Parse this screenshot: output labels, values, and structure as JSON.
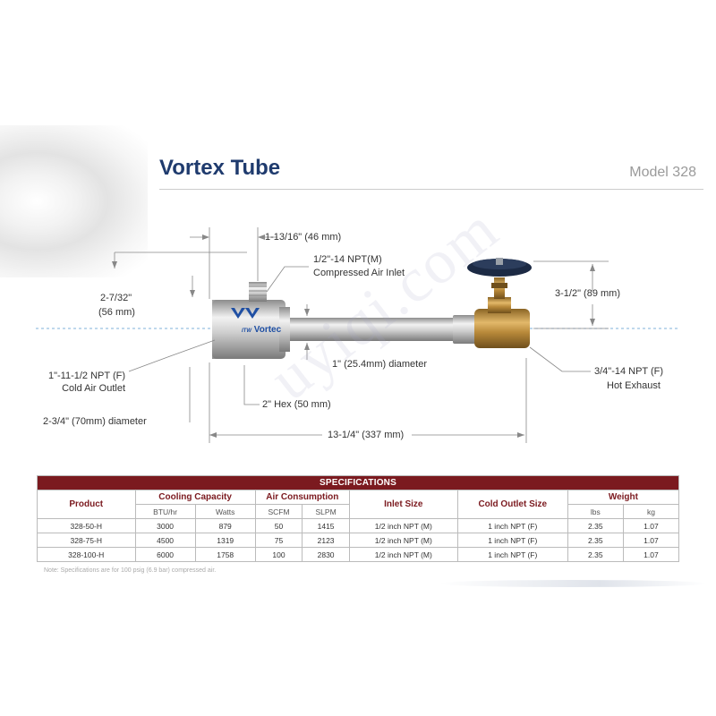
{
  "header": {
    "title": "Vortex Tube",
    "model": "Model 328"
  },
  "watermark": "uyiqi.com",
  "diagram": {
    "labels": {
      "dim_inlet_offset": "1-13/16\" (46 mm)",
      "inlet_thread": "1/2\"-14 NPT(M)",
      "inlet_name": "Compressed Air Inlet",
      "height_left_1": "2-7/32\"",
      "height_left_2": "(56 mm)",
      "height_right": "3-1/2\" (89 mm)",
      "cold_thread": "1\"-11-1/2 NPT (F)",
      "cold_name": "Cold Air Outlet",
      "tube_diameter": "1\" (25.4mm) diameter",
      "hot_thread": "3/4\"-14 NPT (F)",
      "hot_name": "Hot Exhaust",
      "hex": "2\" Hex (50 mm)",
      "body_diameter": "2-3/4\" (70mm) diameter",
      "overall_length": "13-1/4\" (337 mm)",
      "brand": "Vortec",
      "brand_prefix": "ITW"
    }
  },
  "specs": {
    "banner": "SPECIFICATIONS",
    "headers": {
      "product": "Product",
      "cooling": "Cooling Capacity",
      "air": "Air Consumption",
      "inlet": "Inlet Size",
      "cold": "Cold Outlet Size",
      "weight": "Weight"
    },
    "subheaders": {
      "btu": "BTU/hr",
      "watts": "Watts",
      "scfm": "SCFM",
      "slpm": "SLPM",
      "lbs": "lbs",
      "kg": "kg"
    },
    "rows": [
      {
        "product": "328-50-H",
        "btu": "3000",
        "watts": "879",
        "scfm": "50",
        "slpm": "1415",
        "inlet": "1/2 inch NPT (M)",
        "cold": "1 inch NPT (F)",
        "lbs": "2.35",
        "kg": "1.07"
      },
      {
        "product": "328-75-H",
        "btu": "4500",
        "watts": "1319",
        "scfm": "75",
        "slpm": "2123",
        "inlet": "1/2 inch NPT (M)",
        "cold": "1 inch NPT (F)",
        "lbs": "2.35",
        "kg": "1.07"
      },
      {
        "product": "328-100-H",
        "btu": "6000",
        "watts": "1758",
        "scfm": "100",
        "slpm": "2830",
        "inlet": "1/2 inch NPT (M)",
        "cold": "1 inch NPT (F)",
        "lbs": "2.35",
        "kg": "1.07"
      }
    ],
    "note": "Note:  Specifications are for 100 psig (6.9 bar) compressed air."
  },
  "colors": {
    "title": "#1f3b6e",
    "banner": "#7b1a1f",
    "brass": "#b8893a",
    "handle": "#1c2a44"
  }
}
